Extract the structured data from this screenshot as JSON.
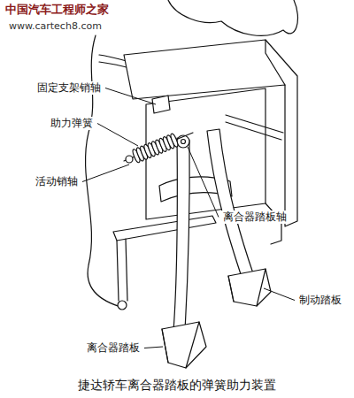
{
  "diagram": {
    "caption": "捷达轿车离合器踏板的弹簧助力装置",
    "labels": [
      "中国汽车工程师之家",
      "www.cartech8.com",
      "固定支架销轴",
      "助力弹簧",
      "活动销轴",
      "离合器踏板轴",
      "制动踏板",
      "离合器踏板"
    ]
  }
}
